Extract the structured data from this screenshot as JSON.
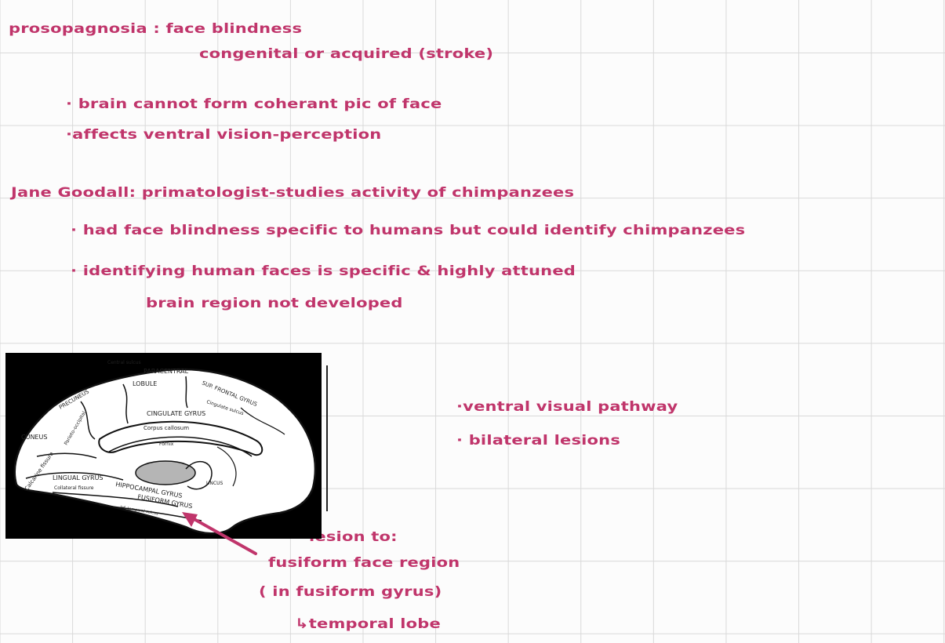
{
  "notes": {
    "line1": "prosopagnosia : face blindness",
    "line2": "congenital or acquired (stroke)",
    "bullet1": "· brain cannot form coherant pic of face",
    "bullet2": "·affects ventral vision-perception",
    "goodall": "Jane Goodall: primatologist-studies activity of chimpanzees",
    "bullet3": "· had face blindness specific to humans but could identify chimpanzees",
    "bullet4": "· identifying human faces is specific & highly attuned",
    "bullet4b": "brain region not developed",
    "side1": "·ventral visual pathway",
    "side2": "· bilateral lesions",
    "lesion1": "lesion to:",
    "lesion2": "fusiform face region",
    "lesion3": "( in fusiform gyrus)",
    "lesion4": "↳temporal lobe"
  },
  "figure": {
    "labels": {
      "central_sulcus": "Central sulcus",
      "paracentral": "PARACENTRAL",
      "lobule": "LOBULE",
      "precuneus": "PRECUNEUS",
      "sup_frontal": "SUP. FRONTAL GYRUS",
      "cingulate_sulcus": "Cingulate sulcus",
      "cingulate_gyrus": "CINGULATE GYRUS",
      "corpus_callosum": "Corpus callosum",
      "fornix": "Fornix",
      "cuneus": "CUNEUS",
      "parieto_occipital": "Parieto-occipital",
      "calcarine": "Calcarine fissure",
      "lingual": "LINGUAL GYRUS",
      "collateral": "Collateral fissure",
      "hippocampal": "HIPPOCAMPAL GYRUS",
      "fusiform": "FUSIFORM GYRUS",
      "uncus": "UNCUS",
      "inf_temporal": "Inf. temporal sulcus"
    }
  },
  "colors": {
    "ink": "#c0356b",
    "grid": "#d9d9d9",
    "paper": "#fcfcfc"
  }
}
